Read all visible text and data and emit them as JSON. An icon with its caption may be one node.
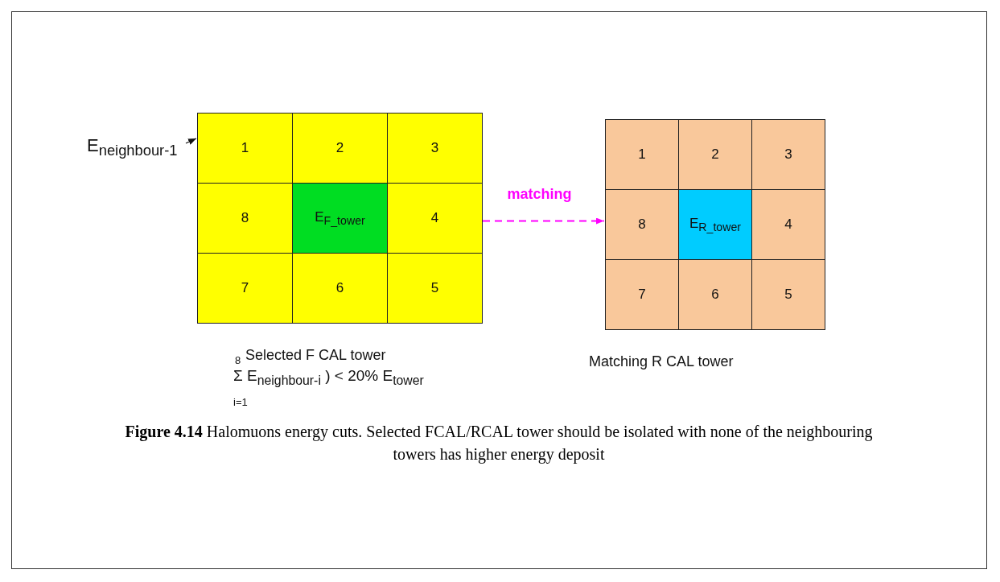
{
  "diagram": {
    "caption": "**Figure 4.14** Halomuons energy cuts. Selected FCAL/RCAL tower should be isolated with none of the neighbouring towers has higher energy deposit",
    "nodes": [
      {
        "text": [
          "Selected F CAL tower"
        ]
      },
      {
        "text": [
          "1"
        ],
        "in": 0
      },
      {
        "text": [
          "2"
        ],
        "in": 0
      },
      {
        "text": [
          "3"
        ],
        "in": 0
      },
      {
        "text": [
          "8"
        ],
        "in": 0
      },
      {
        "text": [
          "E$_{F_tower}$"
        ],
        "in": 0
      },
      {
        "text": [
          "4"
        ],
        "in": 0
      },
      {
        "text": [
          "7"
        ],
        "in": 0
      },
      {
        "text": [
          "6"
        ],
        "in": 0
      },
      {
        "text": [
          "5"
        ],
        "in": 0
      },
      {
        "text": [
          "Matching R CAL tower"
        ]
      },
      {
        "text": [
          "1"
        ],
        "in": 10
      },
      {
        "text": [
          "2"
        ],
        "in": 10
      },
      {
        "text": [
          "3"
        ],
        "in": 10
      },
      {
        "text": [
          "8"
        ],
        "in": 10
      },
      {
        "text": [
          "E$_{R_tower}$"
        ],
        "in": 10
      },
      {
        "text": [
          "4"
        ],
        "in": 10
      },
      {
        "text": [
          "7"
        ],
        "in": 10
      },
      {
        "text": [
          "6"
        ],
        "in": 10
      },
      {
        "text": [
          "5"
        ],
        "in": 10
      },
      {
        "text": [
          "E$_{neighbour-1}$"
        ]
      }
    ],
    "edges": [
      {
        "from": 20,
        "to": 1,
        "arrow": "to"
      },
      {
        "from": 0,
        "to": 10,
        "arrow": "to",
        "label": "matching",
        "style": "dashed",
        "color": "#ff00ff"
      }
    ],
    "labels": [
      "8",
      "Σ E$_{neighbour-i}$ ) < 20% E$_{tower}$",
      "i=1"
    ]
  }
}
